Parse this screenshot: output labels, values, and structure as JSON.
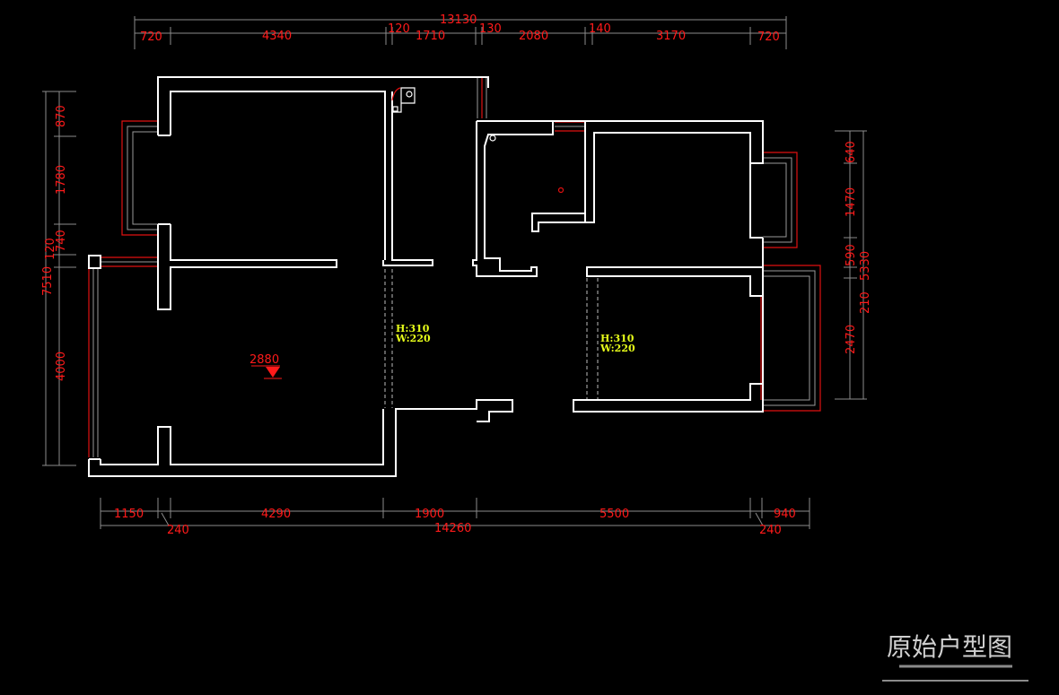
{
  "caption": "原始户型图",
  "dimensions": {
    "top_total": "13130",
    "top_segments": [
      "720",
      "4340",
      "120",
      "1710",
      "130",
      "2080",
      "140",
      "3170",
      "720"
    ],
    "bottom_segments": [
      "1150",
      "4290",
      "1900",
      "5500",
      "940"
    ],
    "bottom_small": [
      "240",
      "240"
    ],
    "bottom_total": "14260",
    "left_total": "7510",
    "left_segments": [
      "870",
      "1780",
      "740",
      "120",
      "4000"
    ],
    "right_total": "5330",
    "right_segments": [
      "640",
      "1470",
      "590",
      "210",
      "2470"
    ]
  },
  "level_mark": "2880",
  "openings": [
    {
      "h": "H:310",
      "w": "W:220"
    },
    {
      "h": "H:310",
      "w": "W:220"
    }
  ],
  "colors": {
    "background": "#000000",
    "wall": "#ffffff",
    "dimension_text": "#ff1a1a",
    "window_red": "#e01010",
    "annotation": "#e8ff1a",
    "caption": "#cfcfcf"
  }
}
